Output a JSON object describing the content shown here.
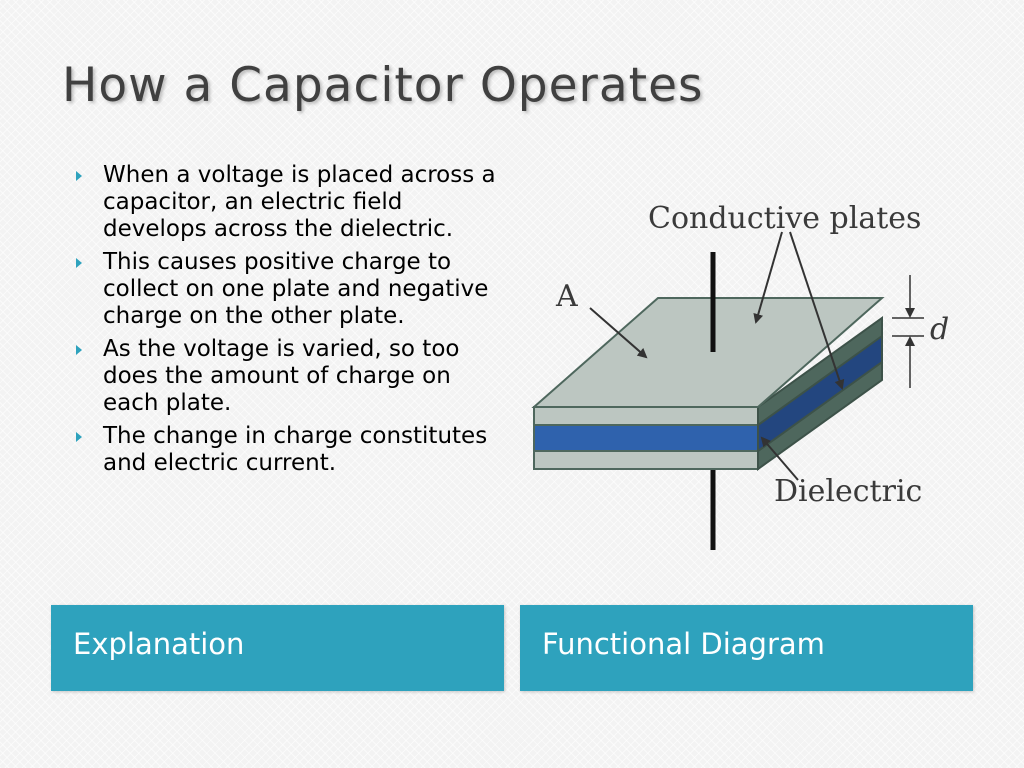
{
  "title": "How a Capacitor Operates",
  "bullets": [
    "When a voltage is placed across a capacitor, an electric field develops across the dielectric.",
    "This causes positive charge to collect on one plate and negative charge on the other plate.",
    "As the voltage is varied, so too does the amount of charge on each plate.",
    "The change in charge constitutes and electric current."
  ],
  "captions": {
    "left": "Explanation",
    "right": "Functional Diagram"
  },
  "diagram": {
    "label_plates": "Conductive plates",
    "label_area": "A",
    "label_distance": "d",
    "label_dielectric": "Dielectric"
  },
  "colors": {
    "accent": "#2ea2bd",
    "plate": "#bcc6c1",
    "plate_side": "#4e675d",
    "dielectric": "#2f62ad",
    "dielectric_side": "#23467f"
  }
}
